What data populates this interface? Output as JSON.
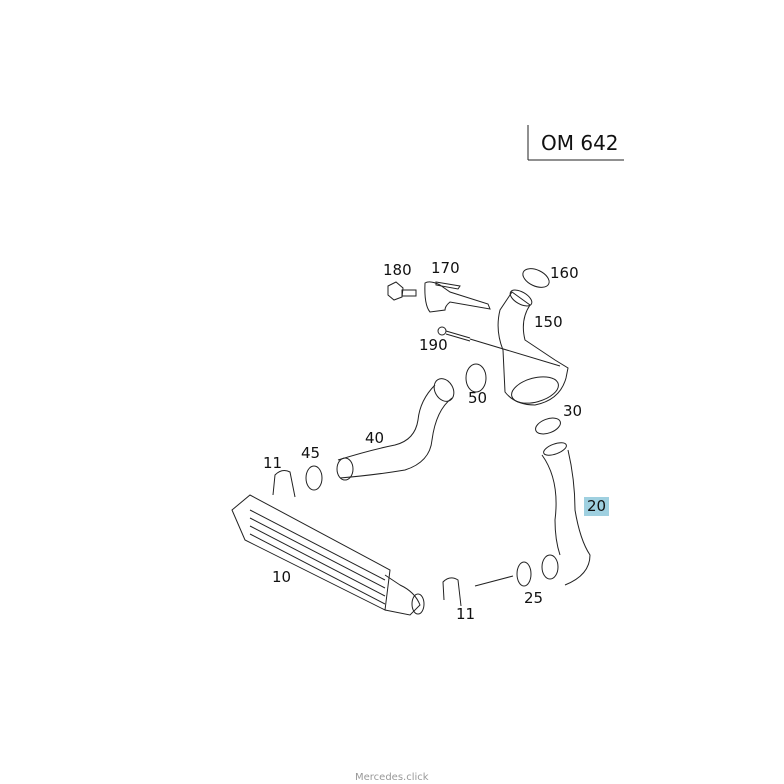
{
  "title": "OM 642",
  "footer": "Mercedes.click",
  "highlight_color": "#9fd0e0",
  "parts": [
    {
      "id": "p180",
      "label": "180"
    },
    {
      "id": "p170",
      "label": "170"
    },
    {
      "id": "p160",
      "label": "160"
    },
    {
      "id": "p150",
      "label": "150"
    },
    {
      "id": "p190",
      "label": "190"
    },
    {
      "id": "p50",
      "label": "50"
    },
    {
      "id": "p30",
      "label": "30"
    },
    {
      "id": "p40",
      "label": "40"
    },
    {
      "id": "p45",
      "label": "45"
    },
    {
      "id": "p11a",
      "label": "11"
    },
    {
      "id": "p20",
      "label": "20",
      "highlighted": true
    },
    {
      "id": "p10",
      "label": "10"
    },
    {
      "id": "p11b",
      "label": "11"
    },
    {
      "id": "p25",
      "label": "25"
    }
  ]
}
